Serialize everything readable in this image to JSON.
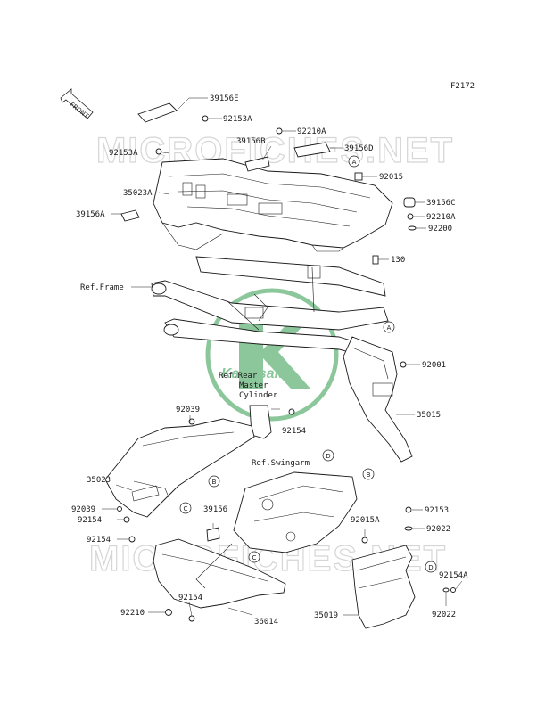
{
  "figure_code": "F2172",
  "front_arrow_label": "FRONT",
  "watermark_text": "MICROFICHES.NET",
  "logo_text": "Kawasaki",
  "accent_color": "#2e9b4a",
  "labels": {
    "l39156E": "39156E",
    "l92153A_top": "92153A",
    "l92153A_left": "92153A",
    "l92210A_top": "92210A",
    "l39156B": "39156B",
    "l39156D": "39156D",
    "l92015": "92015",
    "l35023A": "35023A",
    "l39156C": "39156C",
    "l39156A": "39156A",
    "l92210A_right": "92210A",
    "l92200": "92200",
    "l130": "130",
    "lRefFrame": "Ref.Frame",
    "l92001": "92001",
    "lRefRear1": "Ref.Rear",
    "lRefRear2": "Master",
    "lRefRear3": "Cylinder",
    "l92039_top": "92039",
    "l35015": "35015",
    "l92154_mid": "92154",
    "lRefSwingarm": "Ref.Swingarm",
    "l35023": "35023",
    "l92039_left": "92039",
    "l92154_a": "92154",
    "l92154_b": "92154",
    "l39156": "39156",
    "l92015A": "92015A",
    "l92153": "92153",
    "l92022_top": "92022",
    "l92154A": "92154A",
    "l92154_bottom": "92154",
    "l92210": "92210",
    "l36014": "36014",
    "l35019": "35019",
    "l92022_bottom": "92022"
  },
  "refs": {
    "A1": "A",
    "A2": "A",
    "B1": "B",
    "B2": "B",
    "C1": "C",
    "C2": "C",
    "D1": "D",
    "D2": "D"
  }
}
